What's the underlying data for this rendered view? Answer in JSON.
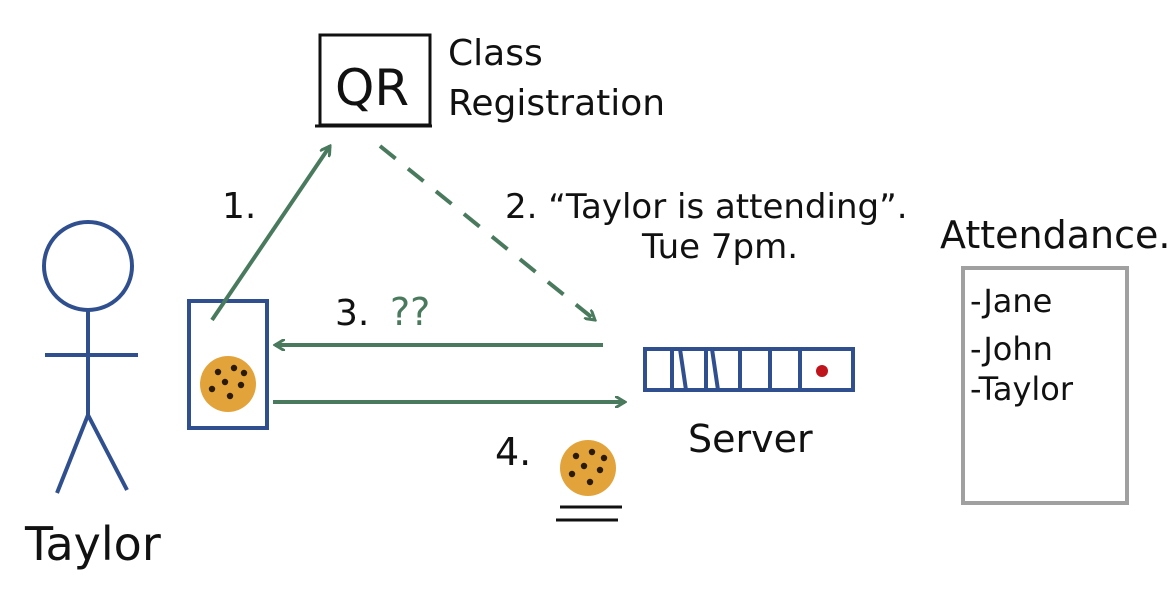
{
  "colors": {
    "blue": "#2f4f8f",
    "green": "#4a7a5e",
    "black": "#111111",
    "gray": "#a0a0a0",
    "cookie": "#e3a33b",
    "cookie_chip": "#2a1a0a",
    "red_dot": "#c0141c"
  },
  "qr": {
    "label": "QR",
    "caption_line1": "Class",
    "caption_line2": "Registration"
  },
  "steps": {
    "step1": "1.",
    "step2_line1": "2. “Taylor is attending”.",
    "step2_line2": "Tue 7pm.",
    "step3_number": "3.",
    "step3_question": "??",
    "step4": "4."
  },
  "person": {
    "name": "Taylor"
  },
  "server": {
    "label": "Server"
  },
  "attendance": {
    "title": "Attendance.",
    "entries": [
      "-Jane",
      "-John",
      "-Taylor"
    ]
  }
}
